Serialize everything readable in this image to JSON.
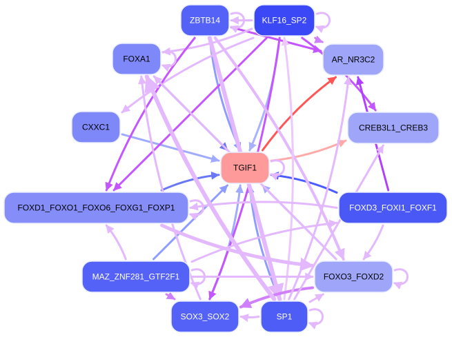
{
  "graph": {
    "title": "",
    "colors": {
      "background": "#ffffff",
      "node_dark": "#3a48f5",
      "node_medium": "#5562f7",
      "node_light": "#7f88f9",
      "node_pale": "#9fa6fa",
      "node_target": "#ff9a9a",
      "edge_purple": "#c455ff",
      "edge_lilac": "#e3b8ff",
      "edge_blue": "#8f9cff",
      "edge_darkblue": "#4a5cff",
      "edge_red": "#ff5555",
      "edge_pink": "#ffaaaa"
    },
    "nodes": [
      {
        "id": "ZBTB14",
        "label": "ZBTB14",
        "fill": "#5562f7",
        "text_color": "#ffffff"
      },
      {
        "id": "KLF16_SP2",
        "label": "KLF16_SP2",
        "fill": "#3a48f5",
        "text_color": "#ffffff"
      },
      {
        "id": "FOXA1",
        "label": "FOXA1",
        "fill": "#7f88f9",
        "text_color": "#000000"
      },
      {
        "id": "AR_NR3C2",
        "label": "AR_NR3C2",
        "fill": "#9fa6fa",
        "text_color": "#000000"
      },
      {
        "id": "CXXC1",
        "label": "CXXC1",
        "fill": "#7f88f9",
        "text_color": "#000000"
      },
      {
        "id": "CREB3L1_CREB3",
        "label": "CREB3L1_CREB3",
        "fill": "#9fa6fa",
        "text_color": "#000000"
      },
      {
        "id": "TGIF1",
        "label": "TGIF1",
        "fill": "#ff9a9a",
        "text_color": "#000000"
      },
      {
        "id": "FOXD1_FOXO1_FOXO6_FOXG1_FOXP1",
        "label": "FOXD1_FOXO1_FOXO6_FOXG1_FOXP1",
        "fill": "#858df9",
        "text_color": "#000000"
      },
      {
        "id": "FOXD3_FOXI1_FOXF1",
        "label": "FOXD3_FOXI1_FOXF1",
        "fill": "#4a58f6",
        "text_color": "#ffffff"
      },
      {
        "id": "MAZ_ZNF281_GTF2F1",
        "label": "MAZ_ZNF281_GTF2F1",
        "fill": "#5562f7",
        "text_color": "#ffffff"
      },
      {
        "id": "FOXO3_FOXD2",
        "label": "FOXO3_FOXD2",
        "fill": "#9fa6fa",
        "text_color": "#000000"
      },
      {
        "id": "SOX3_SOX2",
        "label": "SOX3_SOX2",
        "fill": "#5562f7",
        "text_color": "#ffffff"
      },
      {
        "id": "SP1",
        "label": "SP1",
        "fill": "#4f5df7",
        "text_color": "#ffffff"
      }
    ],
    "edges": [
      {
        "from": "FOXA1",
        "to": "TGIF1",
        "color": "#6a78f5",
        "weight": 3
      },
      {
        "from": "ZBTB14",
        "to": "TGIF1",
        "color": "#8f9cff",
        "weight": 3
      },
      {
        "from": "KLF16_SP2",
        "to": "TGIF1",
        "color": "#a8b2ff",
        "weight": 3
      },
      {
        "from": "CXXC1",
        "to": "TGIF1",
        "color": "#a0aaff",
        "weight": 3
      },
      {
        "from": "FOXD1_FOXO1_FOXO6_FOXG1_FOXP1",
        "to": "TGIF1",
        "color": "#6a78f5",
        "weight": 3
      },
      {
        "from": "FOXD3_FOXI1_FOXF1",
        "to": "TGIF1",
        "color": "#4a5cff",
        "weight": 3
      },
      {
        "from": "MAZ_ZNF281_GTF2F1",
        "to": "TGIF1",
        "color": "#8f9cff",
        "weight": 3
      },
      {
        "from": "SOX3_SOX2",
        "to": "TGIF1",
        "color": "#a0aaff",
        "weight": 3
      },
      {
        "from": "SP1",
        "to": "TGIF1",
        "color": "#8f9cff",
        "weight": 3
      },
      {
        "from": "FOXO3_FOXD2",
        "to": "TGIF1",
        "color": "#a0aaff",
        "weight": 3
      },
      {
        "from": "TGIF1",
        "to": "AR_NR3C2",
        "color": "#ff5555",
        "weight": 3
      },
      {
        "from": "TGIF1",
        "to": "CREB3L1_CREB3",
        "color": "#ffaaaa",
        "weight": 3
      },
      {
        "from": "ZBTB14",
        "to": "AR_NR3C2",
        "color": "#c455ff",
        "weight": 3
      },
      {
        "from": "KLF16_SP2",
        "to": "AR_NR3C2",
        "color": "#d080ff",
        "weight": 3
      },
      {
        "from": "KLF16_SP2",
        "to": "CREB3L1_CREB3",
        "color": "#c455ff",
        "weight": 3
      },
      {
        "from": "KLF16_SP2",
        "to": "ZBTB14",
        "color": "#e3b8ff",
        "weight": 3
      },
      {
        "from": "KLF16_SP2",
        "to": "FOXA1",
        "color": "#e3b8ff",
        "weight": 3
      },
      {
        "from": "KLF16_SP2",
        "to": "CXXC1",
        "color": "#e3b8ff",
        "weight": 3
      },
      {
        "from": "KLF16_SP2",
        "to": "FOXD1_FOXO1_FOXO6_FOXG1_FOXP1",
        "color": "#c455ff",
        "weight": 3
      },
      {
        "from": "ZBTB14",
        "to": "FOXD1_FOXO1_FOXO6_FOXG1_FOXP1",
        "color": "#c455ff",
        "weight": 3
      },
      {
        "from": "KLF16_SP2",
        "to": "SOX3_SOX2",
        "color": "#c455ff",
        "weight": 3
      },
      {
        "from": "ZBTB14",
        "to": "SP1",
        "color": "#e3b8ff",
        "weight": 6
      },
      {
        "from": "ZBTB14",
        "to": "FOXO3_FOXD2",
        "color": "#e3b8ff",
        "weight": 4
      },
      {
        "from": "SP1",
        "to": "KLF16_SP2",
        "color": "#ecc8ff",
        "weight": 3
      },
      {
        "from": "FOXD3_FOXI1_FOXF1",
        "to": "AR_NR3C2",
        "color": "#b040ff",
        "weight": 3
      },
      {
        "from": "FOXD3_FOXI1_FOXF1",
        "to": "FOXD1_FOXO1_FOXO6_FOXG1_FOXP1",
        "color": "#e3b8ff",
        "weight": 3
      },
      {
        "from": "FOXD3_FOXI1_FOXF1",
        "to": "FOXO3_FOXD2",
        "color": "#e3b8ff",
        "weight": 3
      },
      {
        "from": "MAZ_ZNF281_GTF2F1",
        "to": "FOXO3_FOXD2",
        "color": "#e3b8ff",
        "weight": 3
      },
      {
        "from": "MAZ_ZNF281_GTF2F1",
        "to": "FOXD3_FOXI1_FOXF1",
        "color": "#e3b8ff",
        "weight": 3
      },
      {
        "from": "MAZ_ZNF281_GTF2F1",
        "to": "FOXD1_FOXO1_FOXO6_FOXG1_FOXP1",
        "color": "#e3b8ff",
        "weight": 3
      },
      {
        "from": "MAZ_ZNF281_GTF2F1",
        "to": "SOX3_SOX2",
        "color": "#d080ff",
        "weight": 3
      },
      {
        "from": "FOXO3_FOXD2",
        "to": "SOX3_SOX2",
        "color": "#d080ff",
        "weight": 4
      },
      {
        "from": "SP1",
        "to": "SOX3_SOX2",
        "color": "#e3b8ff",
        "weight": 3
      },
      {
        "from": "SP1",
        "to": "FOXO3_FOXD2",
        "color": "#e3b8ff",
        "weight": 3
      },
      {
        "from": "SP1",
        "to": "FOXA1",
        "color": "#e3b8ff",
        "weight": 6
      },
      {
        "from": "SP1",
        "to": "AR_NR3C2",
        "color": "#e3b8ff",
        "weight": 3
      },
      {
        "from": "SP1",
        "to": "CREB3L1_CREB3",
        "color": "#e3b8ff",
        "weight": 3
      },
      {
        "from": "FOXD1_FOXO1_FOXO6_FOXG1_FOXP1",
        "to": "FOXO3_FOXD2",
        "color": "#e3b8ff",
        "weight": 5
      },
      {
        "from": "SOX3_SOX2",
        "to": "FOXA1",
        "color": "#e3b8ff",
        "weight": 3
      },
      {
        "from": "FOXO3_FOXD2",
        "to": "FOXA1",
        "color": "#e3b8ff",
        "weight": 3
      }
    ],
    "self_loops": [
      "ZBTB14",
      "KLF16_SP2",
      "FOXA1",
      "FOXO3_FOXD2",
      "SP1",
      "TGIF1",
      "FOXD1_FOXO1_FOXO6_FOXG1_FOXP1",
      "MAZ_ZNF281_GTF2F1"
    ]
  }
}
